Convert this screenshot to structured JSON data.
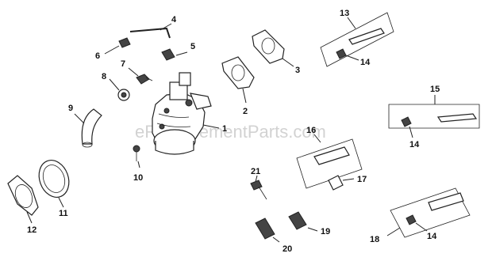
{
  "watermark": "eReplacementParts.com",
  "callouts": [
    {
      "id": "1",
      "label": "1"
    },
    {
      "id": "2",
      "label": "2"
    },
    {
      "id": "3",
      "label": "3"
    },
    {
      "id": "4",
      "label": "4"
    },
    {
      "id": "5",
      "label": "5"
    },
    {
      "id": "6",
      "label": "6"
    },
    {
      "id": "7",
      "label": "7"
    },
    {
      "id": "8",
      "label": "8"
    },
    {
      "id": "9",
      "label": "9"
    },
    {
      "id": "10",
      "label": "10"
    },
    {
      "id": "11",
      "label": "11"
    },
    {
      "id": "12",
      "label": "12"
    },
    {
      "id": "13",
      "label": "13"
    },
    {
      "id": "14a",
      "label": "14"
    },
    {
      "id": "14b",
      "label": "14"
    },
    {
      "id": "14c",
      "label": "14"
    },
    {
      "id": "15",
      "label": "15"
    },
    {
      "id": "16",
      "label": "16"
    },
    {
      "id": "17",
      "label": "17"
    },
    {
      "id": "18",
      "label": "18"
    },
    {
      "id": "19",
      "label": "19"
    },
    {
      "id": "20",
      "label": "20"
    },
    {
      "id": "21",
      "label": "21"
    }
  ]
}
